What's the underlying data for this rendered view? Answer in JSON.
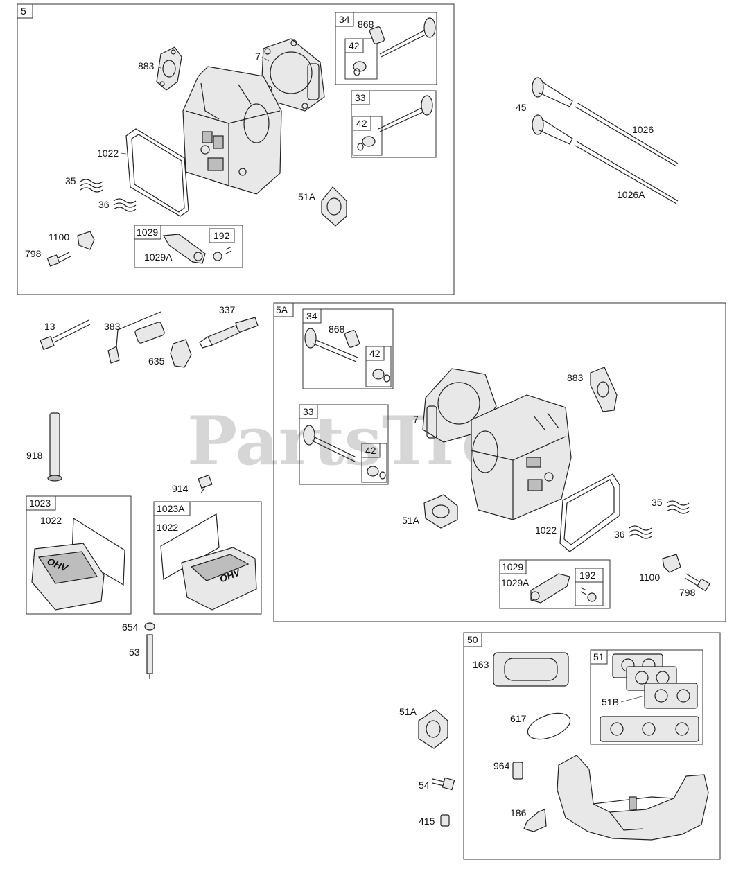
{
  "watermark": "PartsTree",
  "groups": {
    "g5": {
      "id": "5"
    },
    "g5a": {
      "id": "5A"
    },
    "g50": {
      "id": "50"
    },
    "g51": {
      "id": "51"
    },
    "g34a": {
      "id": "34"
    },
    "g42a": {
      "id": "42"
    },
    "g33a": {
      "id": "33"
    },
    "g42b": {
      "id": "42"
    },
    "g1029a": {
      "id": "1029"
    },
    "g192a": {
      "id": "192"
    },
    "g34b": {
      "id": "34"
    },
    "g42c": {
      "id": "42"
    },
    "g33b": {
      "id": "33"
    },
    "g42d": {
      "id": "42"
    },
    "g1029b": {
      "id": "1029"
    },
    "g192b": {
      "id": "192"
    },
    "g1023": {
      "id": "1023"
    },
    "g1023a": {
      "id": "1023A"
    }
  },
  "labels": {
    "p883a": "883",
    "p7a": "7",
    "p868a": "868",
    "p1022a": "1022",
    "p35a": "35",
    "p36a": "36",
    "p51Aa": "51A",
    "p1100a": "1100",
    "p798a": "798",
    "p1029Aa": "1029A",
    "p45": "45",
    "p1026": "1026",
    "p1026A": "1026A",
    "p13": "13",
    "p383": "383",
    "p337": "337",
    "p635": "635",
    "p918": "918",
    "p914": "914",
    "p1022c": "1022",
    "p1022d": "1022",
    "p654": "654",
    "p53": "53",
    "p868b": "868",
    "p7b": "7",
    "p883b": "883",
    "p51Ab": "51A",
    "p1022b": "1022",
    "p35b": "35",
    "p36b": "36",
    "p1029Ab": "1029A",
    "p1100b": "1100",
    "p798b": "798",
    "p163": "163",
    "p51B": "51B",
    "p617": "617",
    "p964": "964",
    "p186": "186",
    "p51Ac": "51A",
    "p54": "54",
    "p415": "415"
  },
  "cover_text": "OHV"
}
